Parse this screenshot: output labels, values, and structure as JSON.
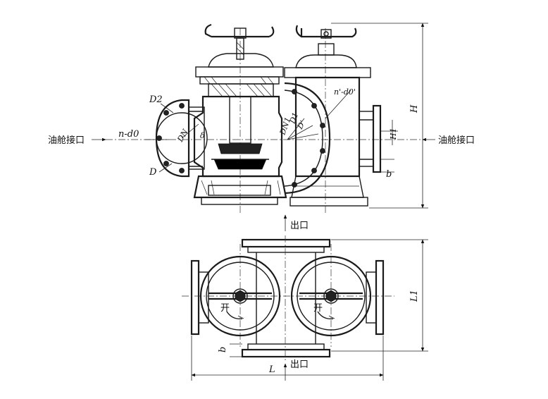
{
  "labels": {
    "inlet_left": "油舱接口",
    "inlet_right": "油舱接口",
    "outlet_top": "出口",
    "outlet_bottom": "出口",
    "open_left": "开",
    "open_right": "开",
    "D2": "D2",
    "D": "D",
    "n_d0": "n-d0",
    "n_d0_prime": "n'-d0'",
    "DN": "DN",
    "DN1": "DN1",
    "delta": "δ",
    "D1": "D1",
    "D_prime": "D'",
    "H1": "H1",
    "b_right": "b",
    "b_bottom": "b",
    "L": "L",
    "L1": "L1",
    "H": "H"
  }
}
